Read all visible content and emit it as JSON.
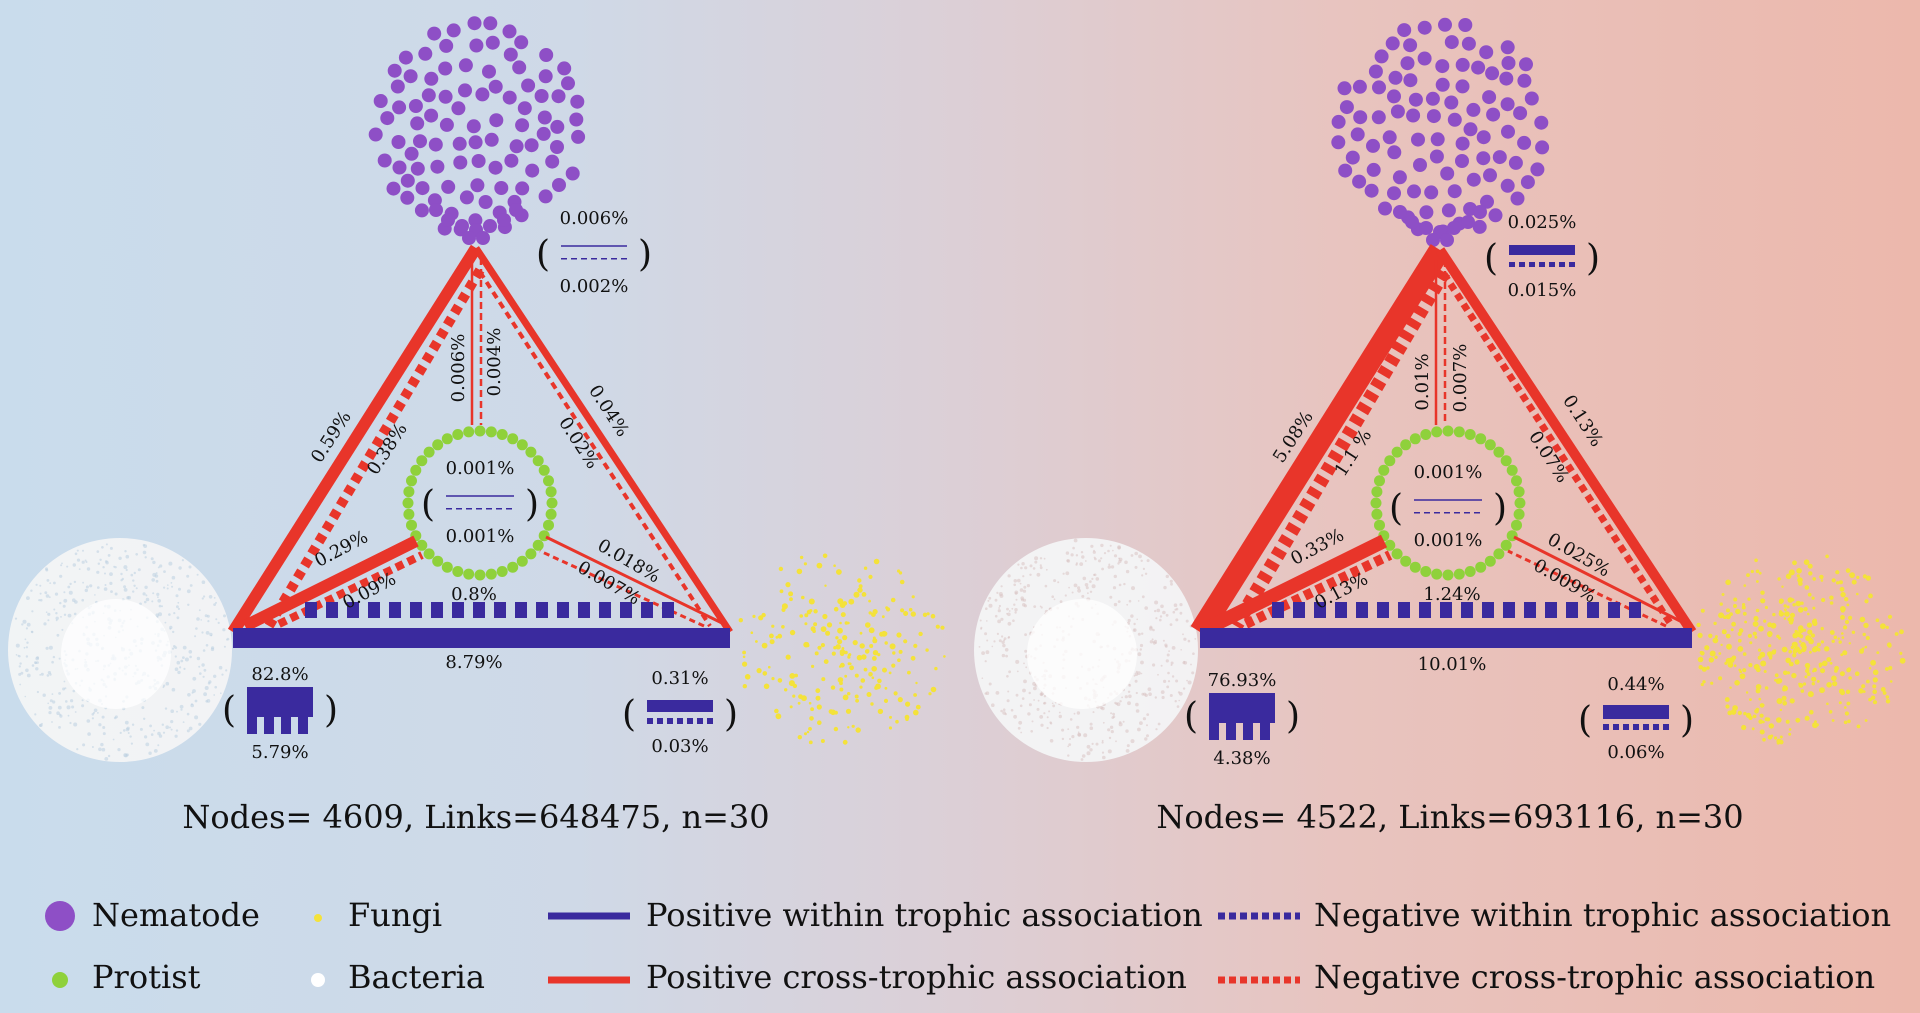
{
  "colors": {
    "nematode": "#8e4fc6",
    "protist": "#8fd13b",
    "fungi": "#f4e23a",
    "bacteria": "#ffffff",
    "positive_within": "#3a2a9e",
    "cross": "#e8352a"
  },
  "panels": [
    {
      "id": "left",
      "nodes_label": "Nodes= 4609, Links=648475, n=30",
      "nematode_within": {
        "pos": "0.006%",
        "neg": "0.002%"
      },
      "protist_within": {
        "pos": "0.001%",
        "neg": "0.001%"
      },
      "bacteria_within": {
        "pos": "82.8%",
        "neg": "5.79%"
      },
      "fungi_within": {
        "pos": "0.31%",
        "neg": "0.03%"
      },
      "bact_fungi": {
        "pos": "8.79%",
        "neg": "0.8%"
      },
      "nem_bact": {
        "pos": "0.59%",
        "neg": "0.38%"
      },
      "nem_fungi": {
        "pos": "0.04%",
        "neg": "0.02%"
      },
      "nem_prot": {
        "pos": "0.006%",
        "neg": "0.004%"
      },
      "prot_bact": {
        "pos": "0.29%",
        "neg": "0.09%"
      },
      "prot_fungi": {
        "pos": "0.018%",
        "neg": "0.007%"
      }
    },
    {
      "id": "right",
      "nodes_label": "Nodes= 4522, Links=693116, n=30",
      "nematode_within": {
        "pos": "0.025%",
        "neg": "0.015%"
      },
      "protist_within": {
        "pos": "0.001%",
        "neg": "0.001%"
      },
      "bacteria_within": {
        "pos": "76.93%",
        "neg": "4.38%"
      },
      "fungi_within": {
        "pos": "0.44%",
        "neg": "0.06%"
      },
      "bact_fungi": {
        "pos": "10.01%",
        "neg": "1.24%"
      },
      "nem_bact": {
        "pos": "5.08%",
        "neg": "1.1 %"
      },
      "nem_fungi": {
        "pos": "0.13%",
        "neg": "0.07%"
      },
      "nem_prot": {
        "pos": "0.01%",
        "neg": "0.007%"
      },
      "prot_bact": {
        "pos": "0.33%",
        "neg": "0.13%"
      },
      "prot_fungi": {
        "pos": "0.025%",
        "neg": "0.009%"
      }
    }
  ],
  "legend": {
    "nematode": "Nematode",
    "fungi": "Fungi",
    "protist": "Protist",
    "bacteria": "Bacteria",
    "pos_within": "Positive within trophic association",
    "neg_within": "Negative within trophic association",
    "pos_cross": "Positive cross-trophic association",
    "neg_cross": "Negative cross-trophic association"
  }
}
